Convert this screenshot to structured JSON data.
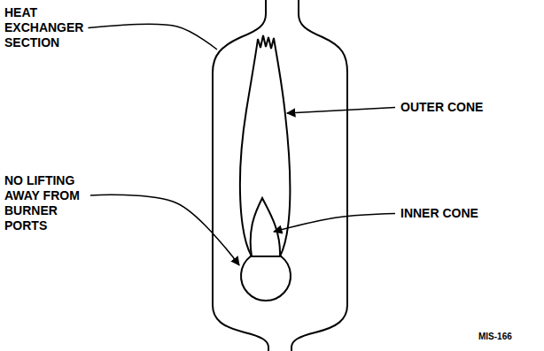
{
  "diagram": {
    "labels": [
      "HEAT EXCHANGER SECTION",
      "OUTER CONE",
      "NO LIFTING AWAY FROM BURNER PORTS",
      "INNER CONE",
      "MIS-166"
    ]
  }
}
